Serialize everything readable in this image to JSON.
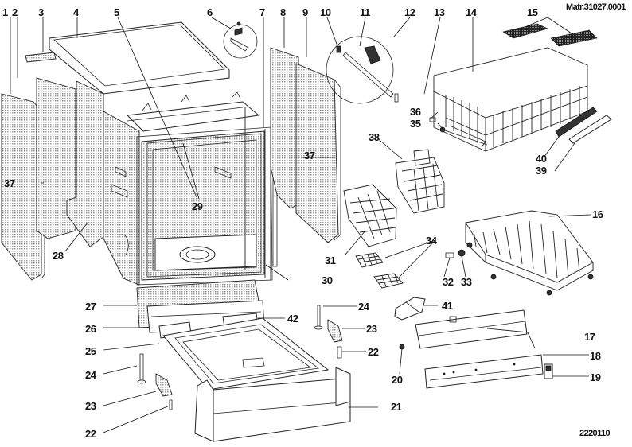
{
  "diagram": {
    "title": "Dishwasher exploded parts view",
    "reference_top": "Matr.31027.0001",
    "reference_bottom": "2220110"
  },
  "callouts": [
    {
      "id": "1",
      "text": "1"
    },
    {
      "id": "2",
      "text": "2"
    },
    {
      "id": "3",
      "text": "3"
    },
    {
      "id": "4",
      "text": "4"
    },
    {
      "id": "5",
      "text": "5"
    },
    {
      "id": "6",
      "text": "6"
    },
    {
      "id": "7",
      "text": "7"
    },
    {
      "id": "8",
      "text": "8"
    },
    {
      "id": "9",
      "text": "9"
    },
    {
      "id": "10",
      "text": "10"
    },
    {
      "id": "11",
      "text": "11"
    },
    {
      "id": "12",
      "text": "12"
    },
    {
      "id": "13",
      "text": "13"
    },
    {
      "id": "14",
      "text": "14"
    },
    {
      "id": "15",
      "text": "15"
    },
    {
      "id": "16",
      "text": "16"
    },
    {
      "id": "17",
      "text": "17"
    },
    {
      "id": "18",
      "text": "18"
    },
    {
      "id": "19",
      "text": "19"
    },
    {
      "id": "20",
      "text": "20"
    },
    {
      "id": "21",
      "text": "21"
    },
    {
      "id": "22a",
      "text": "22"
    },
    {
      "id": "22b",
      "text": "22"
    },
    {
      "id": "23a",
      "text": "23"
    },
    {
      "id": "23b",
      "text": "23"
    },
    {
      "id": "24a",
      "text": "24"
    },
    {
      "id": "24b",
      "text": "24"
    },
    {
      "id": "25",
      "text": "25"
    },
    {
      "id": "26",
      "text": "26"
    },
    {
      "id": "27",
      "text": "27"
    },
    {
      "id": "28",
      "text": "28"
    },
    {
      "id": "29",
      "text": "29"
    },
    {
      "id": "30",
      "text": "30"
    },
    {
      "id": "31",
      "text": "31"
    },
    {
      "id": "32",
      "text": "32"
    },
    {
      "id": "33",
      "text": "33"
    },
    {
      "id": "34",
      "text": "34"
    },
    {
      "id": "35",
      "text": "35"
    },
    {
      "id": "36",
      "text": "36"
    },
    {
      "id": "37a",
      "text": "37"
    },
    {
      "id": "37b",
      "text": "37"
    },
    {
      "id": "38",
      "text": "38"
    },
    {
      "id": "39",
      "text": "39"
    },
    {
      "id": "40",
      "text": "40"
    },
    {
      "id": "41",
      "text": "41"
    },
    {
      "id": "42",
      "text": "42"
    }
  ]
}
